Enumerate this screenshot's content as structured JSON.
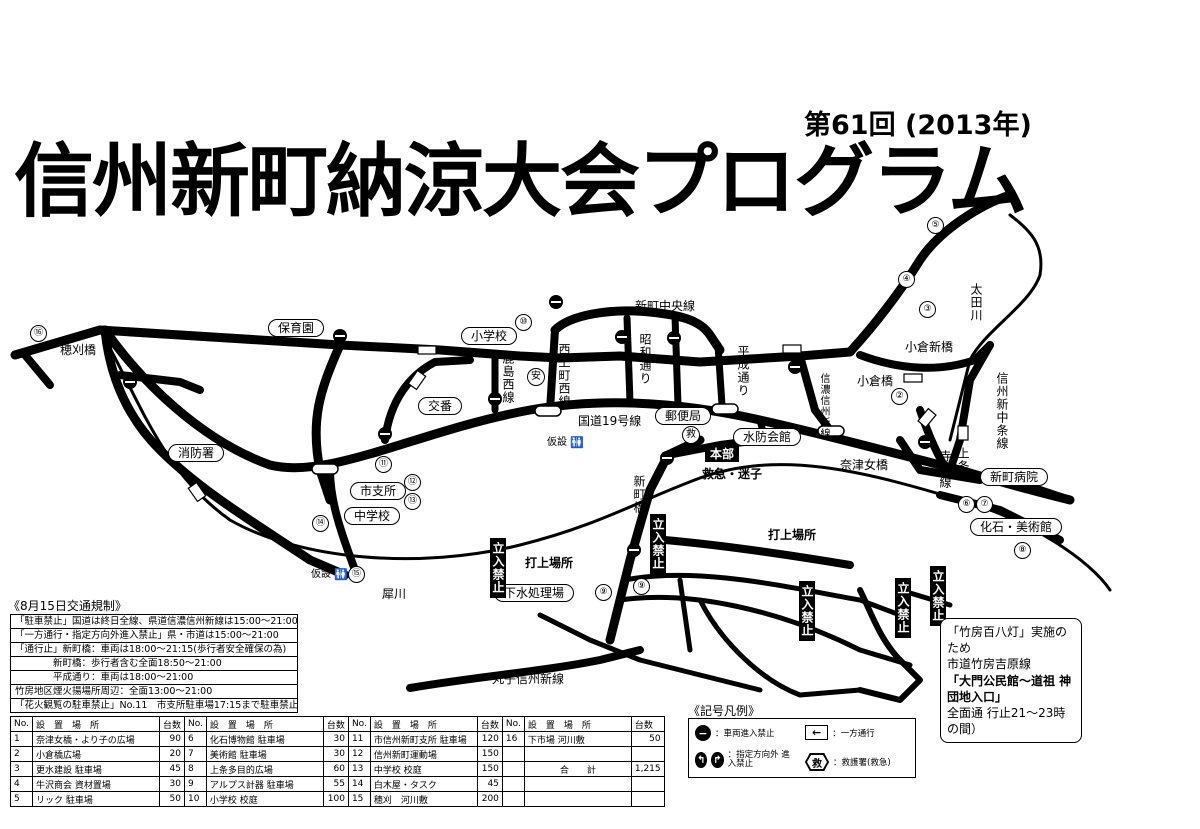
{
  "header": {
    "subtitle": "第61回 (2013年)",
    "title": "信州新町納涼大会プログラム"
  },
  "map_labels": {
    "hozumi_bridge": "穂刈橋",
    "hoikuen": "保育園",
    "shogakko": "小学校",
    "koban": "交番",
    "shobosho": "消防署",
    "shishisho": "市支所",
    "chugakko": "中学校",
    "kasetsu1": "仮設",
    "kasetsu2": "仮設",
    "saigawa": "犀川",
    "kokudo": "国道19号線",
    "yubinkyoku": "郵便局",
    "honbu": "本部",
    "kyukyu": "救急・迷子",
    "suibou": "水防会館",
    "natsumegabashi": "奈津女橋",
    "shinmachi_byoin": "新町病院",
    "kaseki": "化石・美術館",
    "ogura_shin": "小倉新橋",
    "ogura": "小倉橋",
    "uchiage1": "打上場所",
    "uchiage2": "打上場所",
    "gesui": "下水処理場",
    "marukosen": "丸子信州新線",
    "shinmachi_chuo": "新町中央線",
    "an": "安",
    "kyu": "救",
    "kashima": "鹿島西線",
    "nishikami": "西上町西線",
    "showa": "昭和通り",
    "heisei": "平成通り",
    "shinano": "信濃信州新線",
    "shinmachibashi": "新町橋",
    "otagawa": "太田川",
    "shinshu_chujo": "信州新中条線",
    "teraobi": "寺尾線",
    "kamijo": "上条",
    "tachiiri1": "立入禁止",
    "tachiiri2": "立入禁止",
    "tachiiri3": "立入禁止",
    "tachiiri4": "立入禁止",
    "tachiiri5": "立入禁止"
  },
  "circled_numbers": [
    "⑯",
    "⑩",
    "⑪",
    "⑫",
    "⑬",
    "⑭",
    "⑮",
    "⑤",
    "④",
    "③",
    "②",
    "⑥",
    "⑦",
    "⑧",
    "⑨"
  ],
  "notice": {
    "line1": "「竹房百八灯」実施の ため",
    "line2": "市道竹房吉原線",
    "line3": "「大門公民館～道祖 神団地入口」",
    "line4": "全面通 行止21～23時の間）"
  },
  "traffic_rules": {
    "heading": "《8月15日交通規制》",
    "rows": [
      "「駐車禁止」国道は終日全線、県道信濃信州新線は15:00～21:00",
      "「一方通行・指定方向外進入禁止」県・市道は15:00～21:00",
      "「通行止」新町橋：車両は18:00～21:15(歩行者安全確保の為)",
      "　　　　新町橋：歩行者含む全面18:50～21:00",
      "　　　　平成通り：車両は18:00～21:00",
      "竹房地区煙火揚場所周辺：全面13:00～21:00",
      "「花火観覧の駐車禁止」No.11　市支所駐車場17:15まで駐車禁止"
    ]
  },
  "parking": {
    "header": {
      "no": "No.",
      "place": "設　置　場　所",
      "count": "台数"
    },
    "rows": [
      [
        [
          "1",
          "奈津女橋・より子の広場",
          "90"
        ],
        [
          "6",
          "化石博物館 駐車場",
          "30"
        ],
        [
          "11",
          "市信州新町支所 駐車場",
          "120"
        ],
        [
          "16",
          "下市場 河川敷",
          "50"
        ]
      ],
      [
        [
          "2",
          "小倉橋広場",
          "20"
        ],
        [
          "7",
          "美術館 駐車場",
          "30"
        ],
        [
          "12",
          "信州新町運動場",
          "150"
        ],
        [
          "",
          "",
          ""
        ]
      ],
      [
        [
          "3",
          "更水建設 駐車場",
          "45"
        ],
        [
          "8",
          "上条多目的広場",
          "60"
        ],
        [
          "13",
          "中学校 校庭",
          "150"
        ],
        [
          "",
          "合　　計",
          "1,215"
        ]
      ],
      [
        [
          "4",
          "牛沢商会 資材置場",
          "30"
        ],
        [
          "9",
          "アルプス計器 駐車場",
          "55"
        ],
        [
          "14",
          "白木屋・タスク",
          "45"
        ],
        [
          "",
          "",
          ""
        ]
      ],
      [
        [
          "5",
          "リック 駐車場",
          "50"
        ],
        [
          "10",
          "小学校 校庭",
          "100"
        ],
        [
          "15",
          "穂刈　河川敷",
          "200"
        ],
        [
          "",
          "",
          ""
        ]
      ]
    ]
  },
  "legend": {
    "heading": "《記号凡例》",
    "no_entry": "：車両進入禁止",
    "one_way": "：一方通行",
    "designated": "：指定方向外 進入禁止",
    "firstaid": "：救護署(救急)",
    "kyu": "救"
  }
}
